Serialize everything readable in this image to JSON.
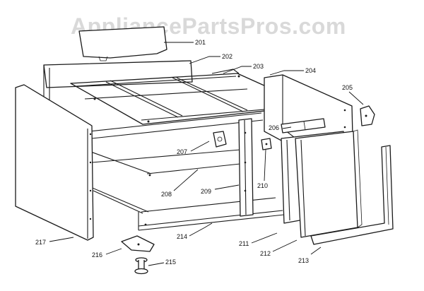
{
  "watermark": "AppliancePartsPros.com",
  "parts": {
    "p201": "201",
    "p202": "202",
    "p203": "203",
    "p204": "204",
    "p205": "205",
    "p206": "206",
    "p207": "207",
    "p208": "208",
    "p209": "209",
    "p210": "210",
    "p211": "211",
    "p212": "212",
    "p213": "213",
    "p214": "214",
    "p215": "215",
    "p216": "216",
    "p217": "217"
  }
}
